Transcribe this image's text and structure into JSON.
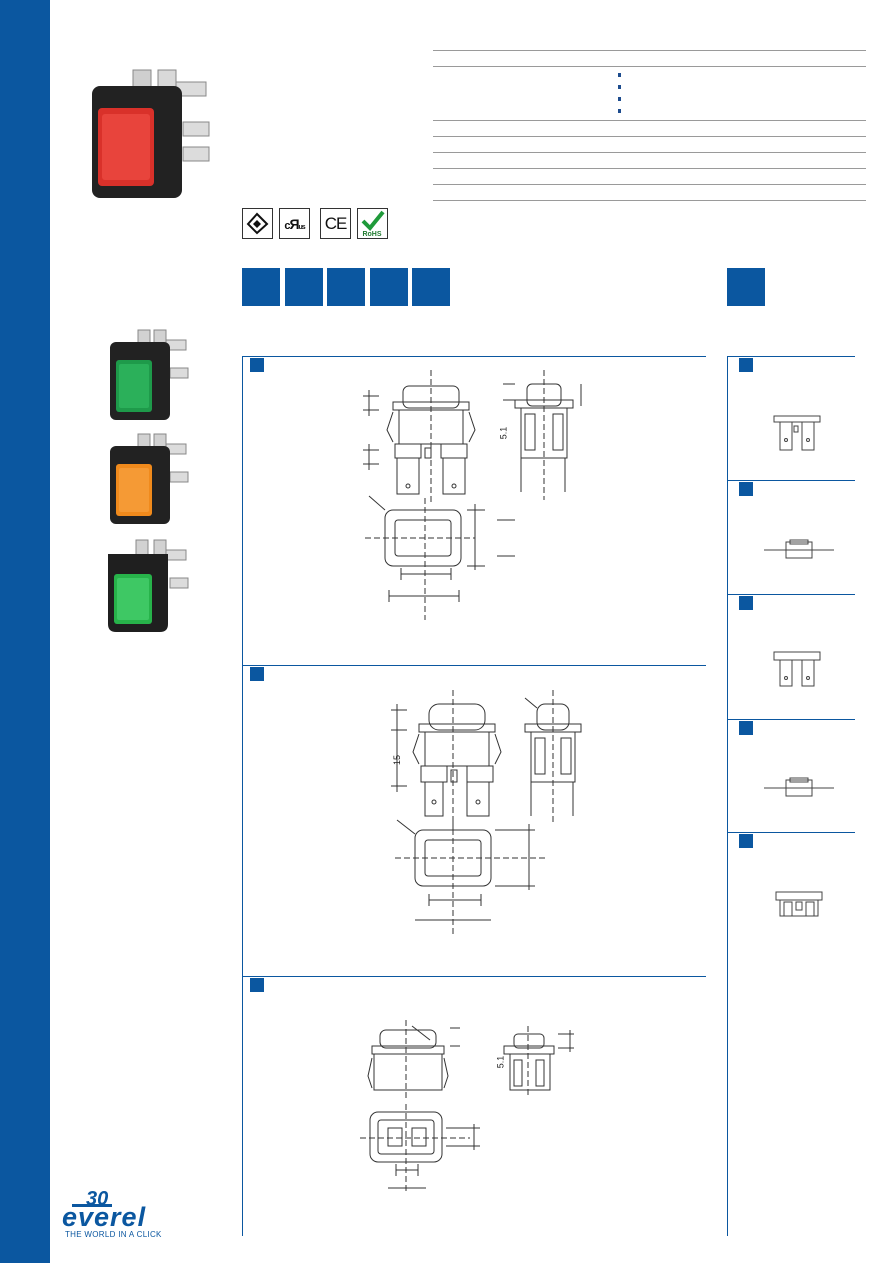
{
  "certifications": [
    {
      "name": "enec-mark-icon"
    },
    {
      "name": "ul-recognized-icon",
      "label": "c us"
    },
    {
      "name": "ce-mark-icon",
      "label": "CE"
    },
    {
      "name": "rohs-icon",
      "label": "RoHS"
    }
  ],
  "dimensions": {
    "d1": "5.1",
    "d2": "15",
    "d3": "5.1"
  },
  "brand": {
    "anniversary": "30",
    "name": "everel",
    "tagline": "THE WORLD IN A CLICK"
  },
  "colors": {
    "accent": "#0b57a0",
    "red": "#d9312a",
    "green": "#1e9a4a",
    "orange": "#f08a1c",
    "bright_green": "#27b34a"
  },
  "product_images": [
    "red-switch",
    "green-switch",
    "orange-switch",
    "green-switch-variant"
  ]
}
